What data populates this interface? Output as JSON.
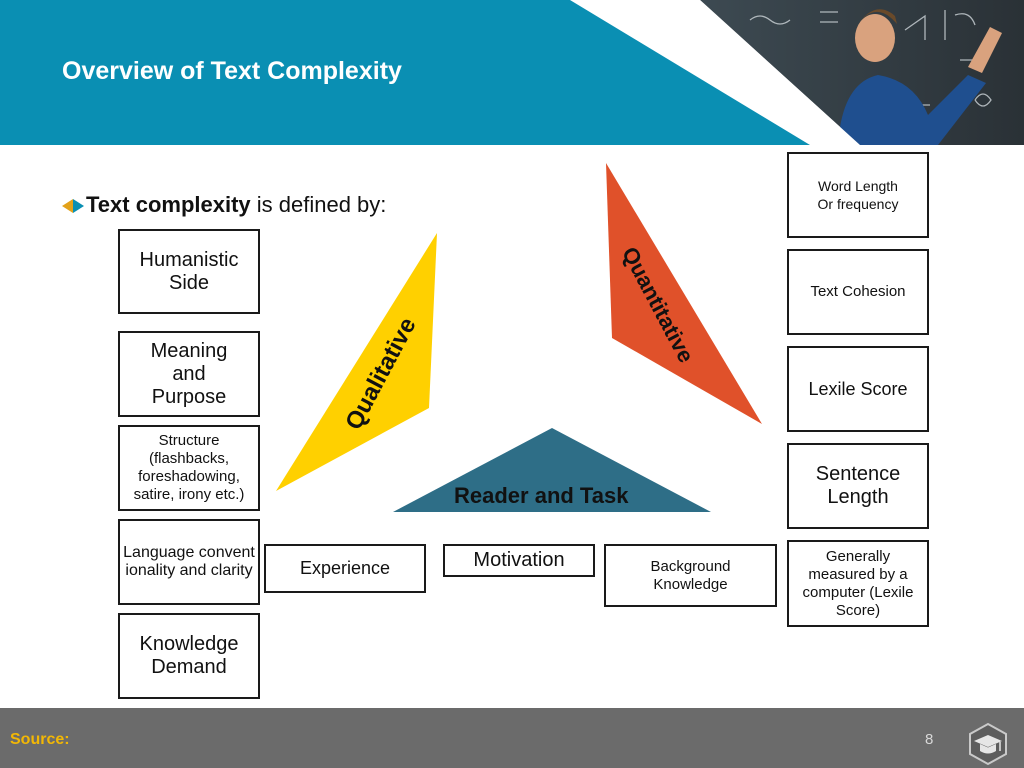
{
  "slide": {
    "title": "Overview of Text Complexity",
    "bullet_bold": "Text complexity",
    "bullet_rest": " is defined by:",
    "source_label": "Source:",
    "page_number": "8"
  },
  "qualitative": {
    "label": "Qualitative",
    "color": "#ffd000",
    "boxes": [
      "Humanistic Side",
      "Meaning and Purpose",
      "Structure (flashbacks, foreshadowing, satire, irony etc.)",
      "Language conventionality and clarity",
      "Knowledge Demand"
    ]
  },
  "quantitative": {
    "label": "Quantitative",
    "color": "#e0512a",
    "boxes": [
      {
        "line1": "Word Length",
        "line2": "Or frequency"
      },
      "Text Cohesion",
      "Lexile Score",
      "Sentence Length",
      "Generally measured by a computer (Lexile Score)"
    ]
  },
  "reader_task": {
    "label": "Reader and Task",
    "color": "#2e6e87",
    "boxes": [
      "Experience",
      "Motivation",
      "Background Knowledge"
    ]
  },
  "colors": {
    "header_teal": "#0a8fb3",
    "footer_gray": "#6b6b6b",
    "source_gold": "#f2b705"
  },
  "icons": {
    "bullet": "double-arrow-icon",
    "logo": "graduation-cap-icon",
    "header_image": "teacher-at-chalkboard-photo"
  }
}
